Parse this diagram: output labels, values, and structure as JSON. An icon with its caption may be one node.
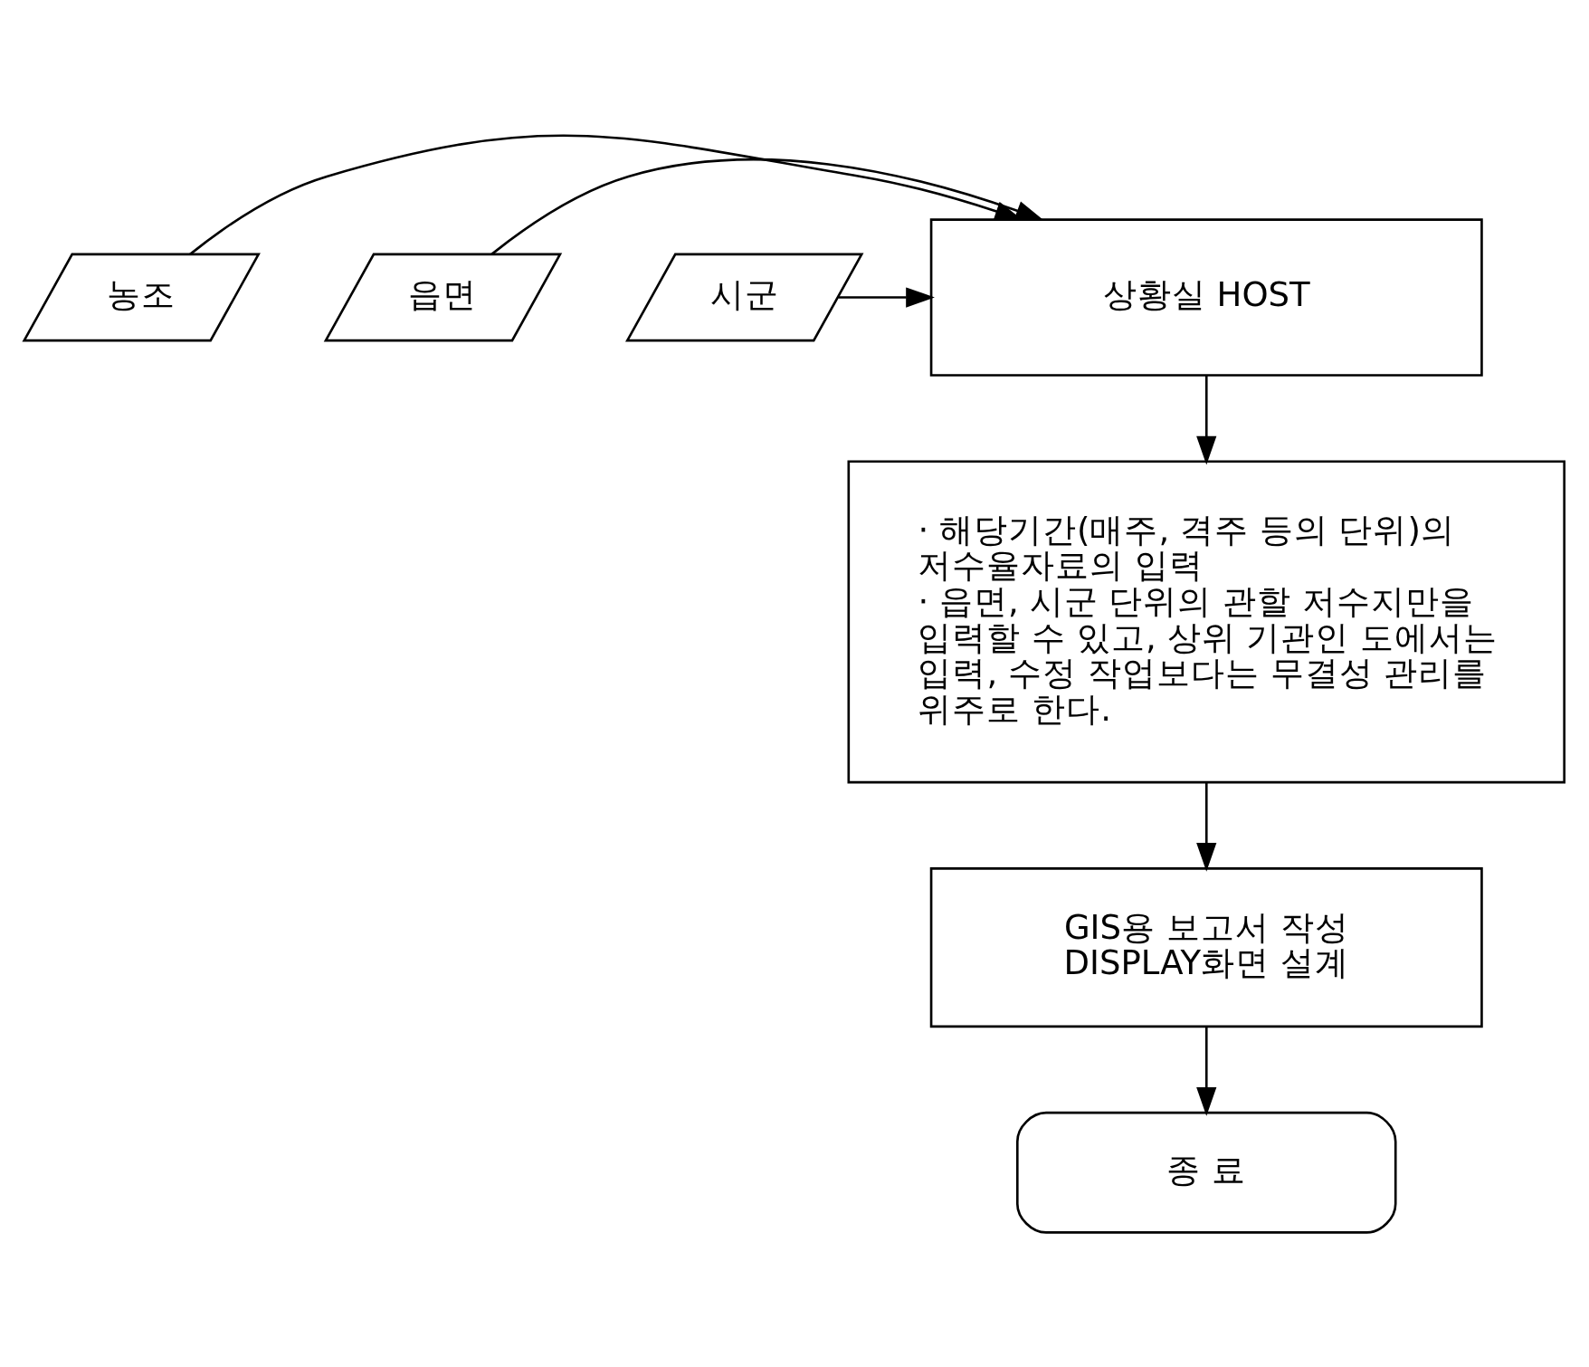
{
  "diagram": {
    "nodes": [
      {
        "text": [
          "상황실 HOST"
        ]
      },
      {
        "text": [
          "농조"
        ]
      },
      {
        "text": [
          "읍면"
        ]
      },
      {
        "text": [
          "시군"
        ]
      },
      {
        "text": [
          "· 해당기간(매주, 격주 등의 단위)의 저수율자료의 입력",
          "· 읍면, 시군 단위의 관할 저수지만을 입력할 수 있고, 상위 기관인 도에서는 입력, 수정 작업보다는 무결성 관리를 위주로 한다."
        ]
      },
      {
        "text": [
          "GIS용 보고서 작성",
          "DISPLAY화면 설계"
        ]
      },
      {
        "text": [
          "종 료"
        ]
      }
    ],
    "edges": [
      {
        "from": 1,
        "to": 0,
        "arrow": "to"
      },
      {
        "from": 2,
        "to": 0,
        "arrow": "to"
      },
      {
        "from": 3,
        "to": 0,
        "arrow": "to"
      },
      {
        "from": 0,
        "to": 4,
        "arrow": "to"
      },
      {
        "from": 4,
        "to": 5,
        "arrow": "to"
      },
      {
        "from": 5,
        "to": 6,
        "arrow": "to"
      }
    ]
  }
}
